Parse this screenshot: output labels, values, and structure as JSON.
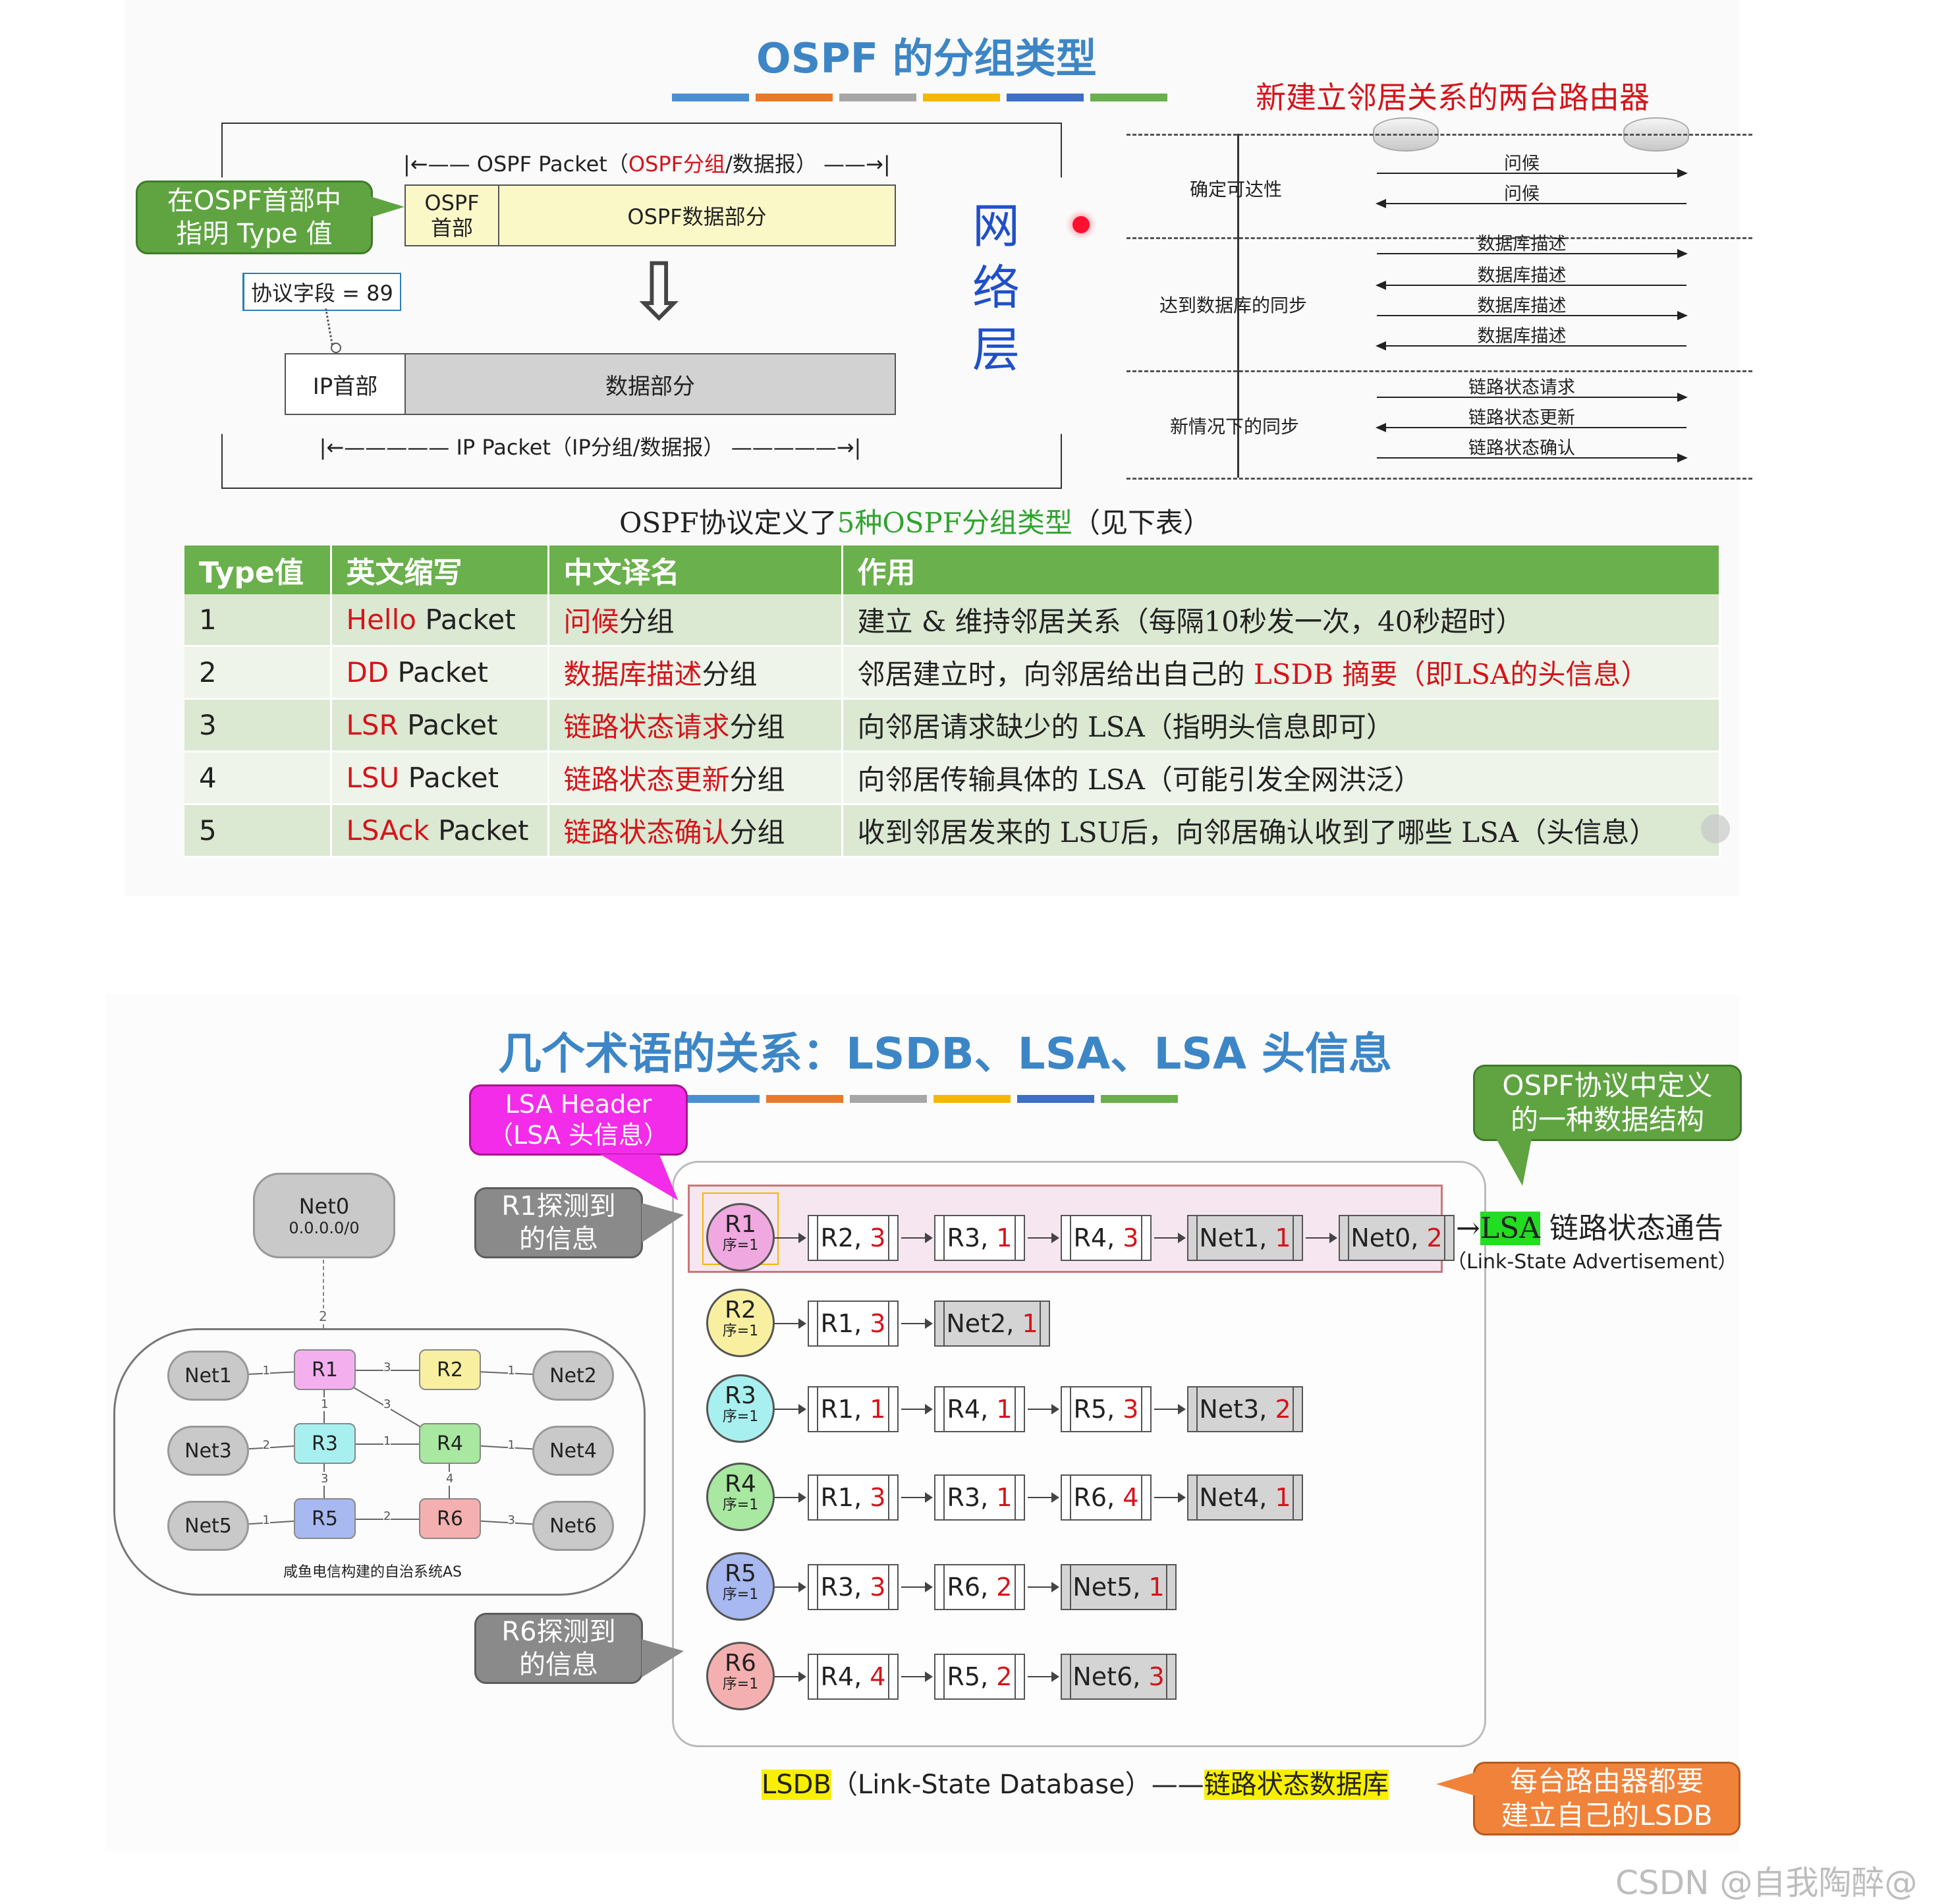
{
  "top": {
    "title": "OSPF 的分组类型",
    "bar_colors": [
      "#4a90d0",
      "#e8792b",
      "#a6a6a6",
      "#f5b800",
      "#3d6fc4",
      "#6ab04c"
    ],
    "packet": {
      "ospf_packet_label_a": "OSPF Packet（",
      "ospf_packet_label_b": "OSPF分组",
      "ospf_packet_label_c": "/数据报）",
      "ospf_header": "OSPF\n首部",
      "ospf_data": "OSPF数据部分",
      "ip_header": "IP首部",
      "ip_data": "数据部分",
      "ip_packet_label": "IP Packet（IP分组/数据报）",
      "protocol_field": "协议字段 = 89",
      "callout": "在OSPF首部中\n指明 Type 值",
      "network_layer": [
        "网",
        "络",
        "层"
      ],
      "down_arrow": "⇩"
    },
    "sequence": {
      "title": "新建立邻居关系的两台路由器",
      "phases": [
        "确定可达性",
        "达到数据库的同步",
        "新情况下的同步"
      ],
      "messages": [
        {
          "text": "问候",
          "dir": "right"
        },
        {
          "text": "问候",
          "dir": "left"
        },
        {
          "text": "数据库描述",
          "dir": "right"
        },
        {
          "text": "数据库描述",
          "dir": "left"
        },
        {
          "text": "数据库描述",
          "dir": "right"
        },
        {
          "text": "数据库描述",
          "dir": "left"
        },
        {
          "text": "链路状态请求",
          "dir": "right"
        },
        {
          "text": "链路状态更新",
          "dir": "left"
        },
        {
          "text": "链路状态确认",
          "dir": "right"
        }
      ]
    },
    "caption_a": "OSPF协议定义了",
    "caption_b": "5种OSPF分组类型",
    "caption_c": "（见下表）",
    "table": {
      "headers": [
        "Type值",
        "英文缩写",
        "中文译名",
        "作用"
      ],
      "rows": [
        {
          "type": "1",
          "abbr_red": "Hello",
          "abbr_rest": " Packet",
          "cn_red": "问候",
          "cn_rest": "分组",
          "desc_a": "建立 & 维持邻居关系（每隔10秒发一次，40秒超时）",
          "desc_red": ""
        },
        {
          "type": "2",
          "abbr_red": "DD",
          "abbr_rest": " Packet",
          "cn_red": "数据库描述",
          "cn_rest": "分组",
          "desc_a": "邻居建立时，向邻居给出自己的 ",
          "desc_red": "LSDB 摘要（即LSA的头信息）"
        },
        {
          "type": "3",
          "abbr_red": "LSR",
          "abbr_rest": " Packet",
          "cn_red": "链路状态请求",
          "cn_rest": "分组",
          "desc_a": "向邻居请求缺少的 LSA（指明头信息即可）",
          "desc_red": ""
        },
        {
          "type": "4",
          "abbr_red": "LSU",
          "abbr_rest": " Packet",
          "cn_red": "链路状态更新",
          "cn_rest": "分组",
          "desc_a": "向邻居传输具体的 LSA（可能引发全网洪泛）",
          "desc_red": ""
        },
        {
          "type": "5",
          "abbr_red": "LSAck",
          "abbr_rest": " Packet",
          "cn_red": "链路状态确认",
          "cn_rest": "分组",
          "desc_a": "收到邻居发来的 LSU后，向邻居确认收到了哪些 LSA（头信息）",
          "desc_red": ""
        }
      ]
    }
  },
  "bottom": {
    "title": "几个术语的关系：LSDB、LSA、LSA 头信息",
    "callout_header": "LSA Header\n（LSA 头信息）",
    "callout_r1": "R1探测到\n的信息",
    "callout_r6": "R6探测到\n的信息",
    "callout_struct": "OSPF协议中定义\n的一种数据结构",
    "callout_lsdb": "每台路由器都要\n建立自己的LSDB",
    "lsa_arrow": "→",
    "lsa_label": "LSA",
    "lsa_cn": " 链路状态通告",
    "lsa_en": "（Link-State Advertisement）",
    "lsdb_label": "LSDB",
    "lsdb_en": "（Link-State Database）——",
    "lsdb_cn": "链路状态数据库",
    "seq_text": "序=1",
    "routers": [
      {
        "name": "R1",
        "color": "#f0a8e0",
        "entries": [
          {
            "n": "R2",
            "c": "3"
          },
          {
            "n": "R3",
            "c": "1"
          },
          {
            "n": "R4",
            "c": "3"
          },
          {
            "n": "Net1",
            "c": "1",
            "net": true
          },
          {
            "n": "Net0",
            "c": "2",
            "net": true
          }
        ]
      },
      {
        "name": "R2",
        "color": "#f8f0a0",
        "entries": [
          {
            "n": "R1",
            "c": "3"
          },
          {
            "n": "Net2",
            "c": "1",
            "net": true
          }
        ]
      },
      {
        "name": "R3",
        "color": "#a8f0f0",
        "entries": [
          {
            "n": "R1",
            "c": "1"
          },
          {
            "n": "R4",
            "c": "1"
          },
          {
            "n": "R5",
            "c": "3"
          },
          {
            "n": "Net3",
            "c": "2",
            "net": true
          }
        ]
      },
      {
        "name": "R4",
        "color": "#a8e8a0",
        "entries": [
          {
            "n": "R1",
            "c": "3"
          },
          {
            "n": "R3",
            "c": "1"
          },
          {
            "n": "R6",
            "c": "4"
          },
          {
            "n": "Net4",
            "c": "1",
            "net": true
          }
        ]
      },
      {
        "name": "R5",
        "color": "#a8b8f0",
        "entries": [
          {
            "n": "R3",
            "c": "3"
          },
          {
            "n": "R6",
            "c": "2"
          },
          {
            "n": "Net5",
            "c": "1",
            "net": true
          }
        ]
      },
      {
        "name": "R6",
        "color": "#f4b0b0",
        "entries": [
          {
            "n": "R4",
            "c": "4"
          },
          {
            "n": "R5",
            "c": "2"
          },
          {
            "n": "Net6",
            "c": "3",
            "net": true
          }
        ]
      }
    ],
    "as": {
      "net0": "Net0",
      "net0_addr": "0.0.0.0/0",
      "caption": "咸鱼电信构建的自治系统AS",
      "nodes": [
        "Net1",
        "R1",
        "R2",
        "Net2",
        "Net3",
        "R3",
        "R4",
        "Net4",
        "Net5",
        "R5",
        "R6",
        "Net6"
      ],
      "costs": [
        "2",
        "1",
        "3",
        "1",
        "1",
        "3",
        "2",
        "1",
        "1",
        "3",
        "4",
        "1",
        "2",
        "3"
      ]
    }
  },
  "watermark": "CSDN @自我陶醉@"
}
